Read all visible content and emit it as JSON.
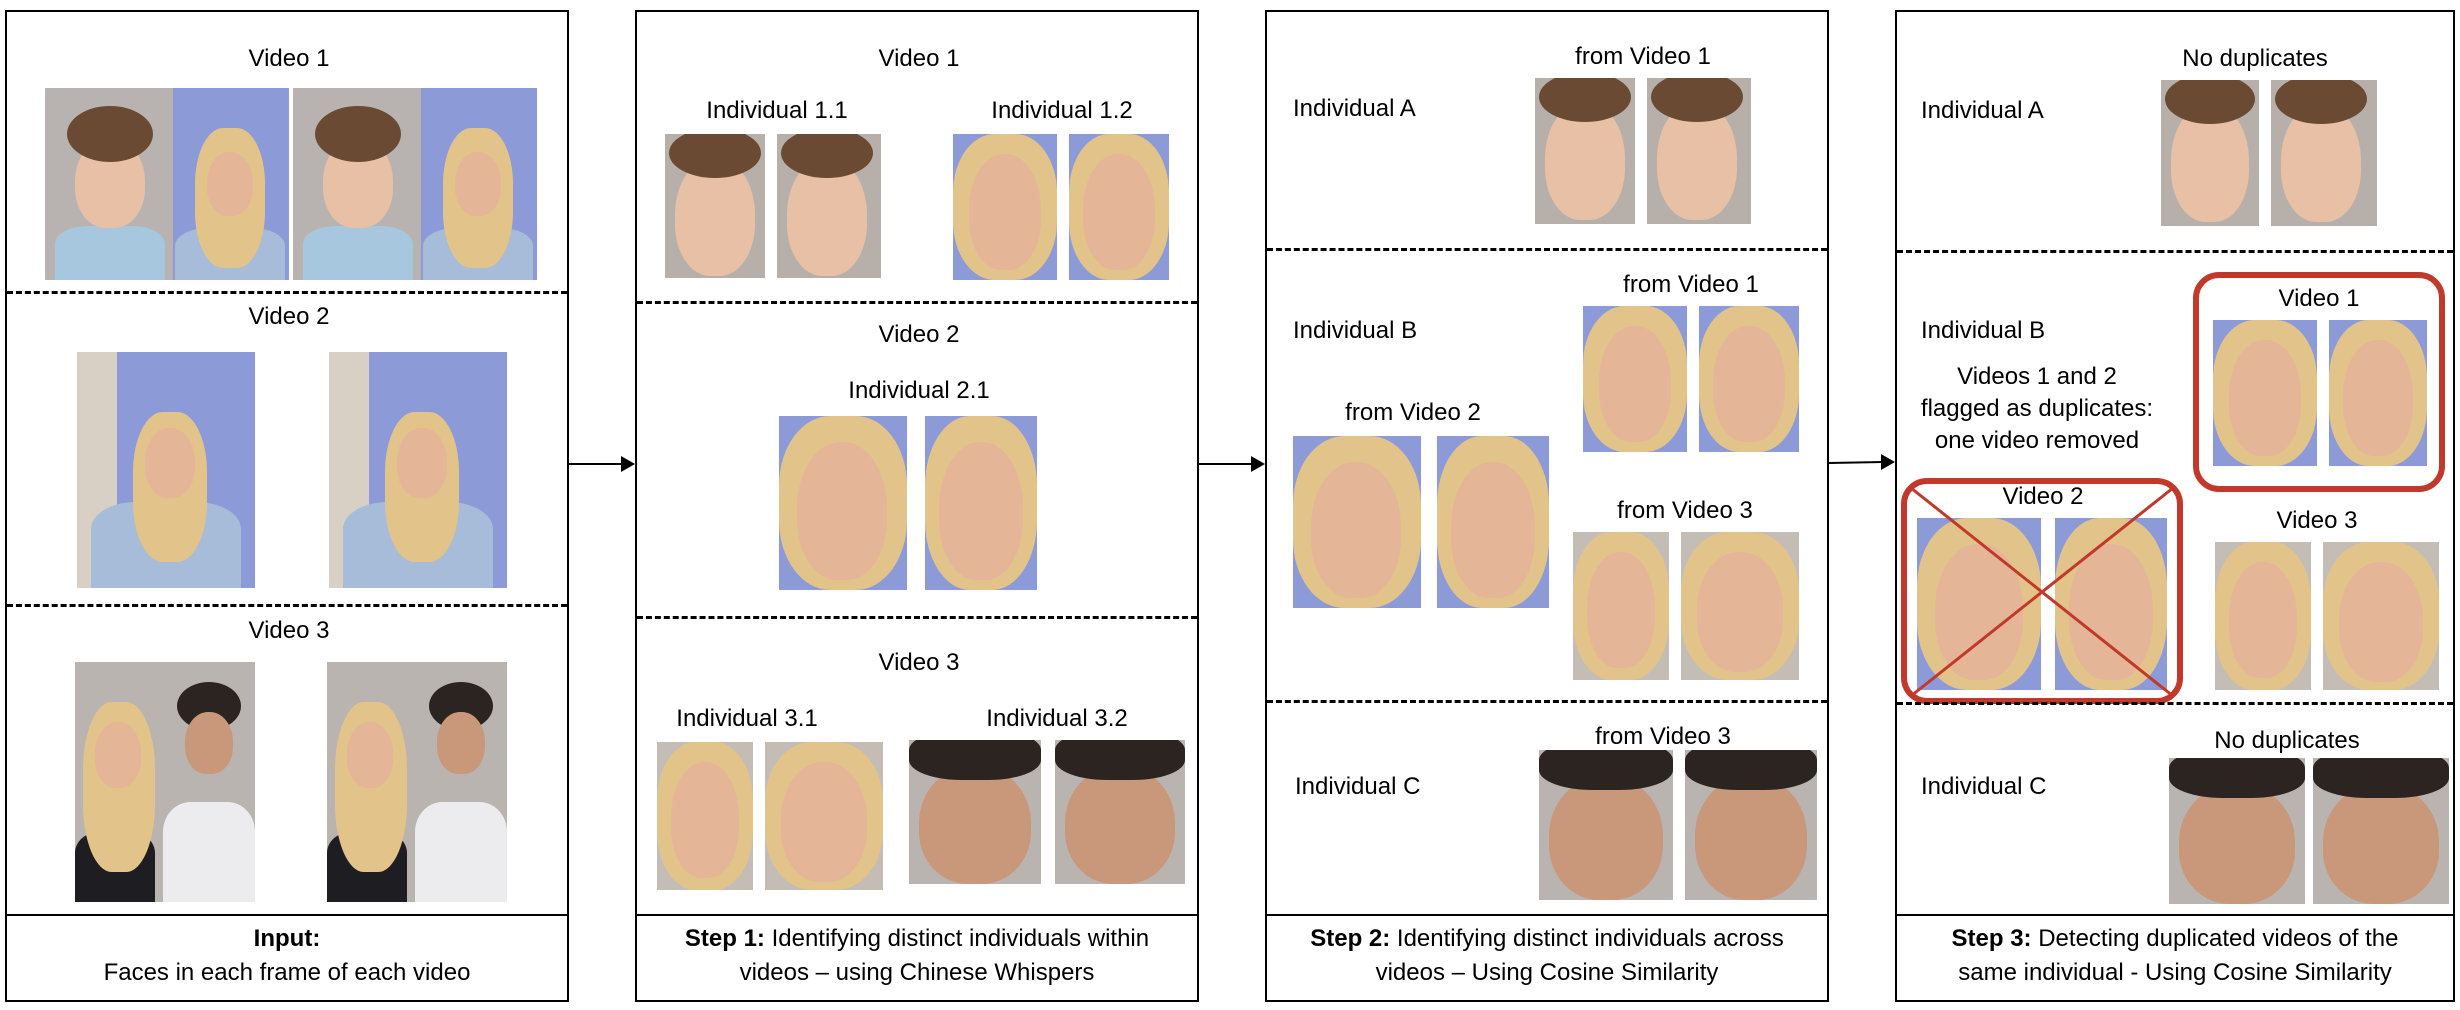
{
  "panels": [
    {
      "id": "input",
      "sections": [
        {
          "title": "Video 1"
        },
        {
          "title": "Video 2"
        },
        {
          "title": "Video 3"
        }
      ],
      "caption_bold": "Input:",
      "caption_text": "Faces in each frame of each video"
    },
    {
      "id": "step1",
      "sections": [
        {
          "title": "Video 1",
          "groups": [
            "Individual 1.1",
            "Individual 1.2"
          ]
        },
        {
          "title": "Video 2",
          "groups": [
            "Individual 2.1"
          ]
        },
        {
          "title": "Video 3",
          "groups": [
            "Individual 3.1",
            "Individual 3.2"
          ]
        }
      ],
      "caption_bold": "Step 1:",
      "caption_text": "  Identifying distinct individuals within",
      "caption_line2": "videos – using Chinese Whispers"
    },
    {
      "id": "step2",
      "rows": [
        {
          "label": "Individual A",
          "sources": [
            "from Video 1"
          ]
        },
        {
          "label": "Individual B",
          "sources": [
            "from Video 1",
            "from Video 2",
            "from Video 3"
          ]
        },
        {
          "label": "Individual C",
          "sources": [
            "from Video 3"
          ]
        }
      ],
      "caption_bold": "Step 2:",
      "caption_text": " Identifying distinct individuals across",
      "caption_line2": "videos – Using Cosine Similarity"
    },
    {
      "id": "step3",
      "rows": [
        {
          "label": "Individual A",
          "note": "No duplicates"
        },
        {
          "label": "Individual B",
          "videos": [
            "Video 1",
            "Video 2",
            "Video 3"
          ],
          "flag_line1": "Videos 1 and 2",
          "flag_line2": "flagged as duplicates:",
          "flag_line3": "one video removed"
        },
        {
          "label": "Individual C",
          "note": "No duplicates"
        }
      ],
      "caption_bold": "Step 3:",
      "caption_text": " Detecting duplicated videos of the",
      "caption_line2": "same individual - Using Cosine Similarity"
    }
  ],
  "colors": {
    "highlight": "#c0392b",
    "skin": "#e8b89a",
    "blonde": "#e2c48a",
    "dark_hair": "#2b2420",
    "wall_blue": "#8c9bd8",
    "shirt": "#aac4de"
  }
}
